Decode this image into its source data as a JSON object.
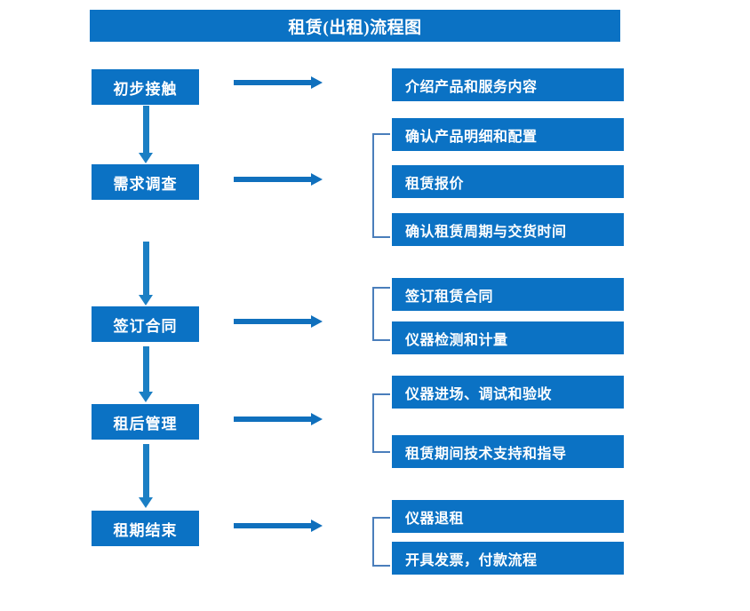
{
  "header": {
    "title": "租赁(出租)流程图"
  },
  "colors": {
    "box_blue": "#0b72c4",
    "arrow_blue": "#1070bd",
    "bracket_blue": "#4a7ebb",
    "box_text": "#ffffff",
    "background": "#ffffff"
  },
  "flow": {
    "stages": [
      {
        "id": "stage-1",
        "label": "初步接触",
        "details": [
          "介绍产品和服务内容"
        ],
        "has_bracket": false
      },
      {
        "id": "stage-2",
        "label": "需求调查",
        "details": [
          "确认产品明细和配置",
          "租赁报价",
          "确认租赁周期与交货时间"
        ],
        "has_bracket": true
      },
      {
        "id": "stage-3",
        "label": "签订合同",
        "details": [
          "签订租赁合同",
          "仪器检测和计量"
        ],
        "has_bracket": true
      },
      {
        "id": "stage-4",
        "label": "租后管理",
        "details": [
          "仪器进场、调试和验收",
          "租赁期间技术支持和指导"
        ],
        "has_bracket": true
      },
      {
        "id": "stage-5",
        "label": "租期结束",
        "details": [
          "仪器退租",
          "开具发票，付款流程"
        ],
        "has_bracket": true
      }
    ]
  },
  "boxes": {
    "detail_1_1": "介绍产品和服务内容",
    "detail_2_1": "确认产品明细和配置",
    "detail_2_2": "租赁报价",
    "detail_2_3": "确认租赁周期与交货时间",
    "detail_3_1": "签订租赁合同",
    "detail_3_2": "仪器检测和计量",
    "detail_4_1": "仪器进场、调试和验收",
    "detail_4_2": "租赁期间技术支持和指导",
    "detail_5_1": "仪器退租",
    "detail_5_2": "开具发票，付款流程"
  },
  "icons": {
    "flow_arrow_right": "right-arrow-icon",
    "flow_arrow_down": "down-arrow-icon",
    "group_bracket": "group-bracket-icon"
  }
}
